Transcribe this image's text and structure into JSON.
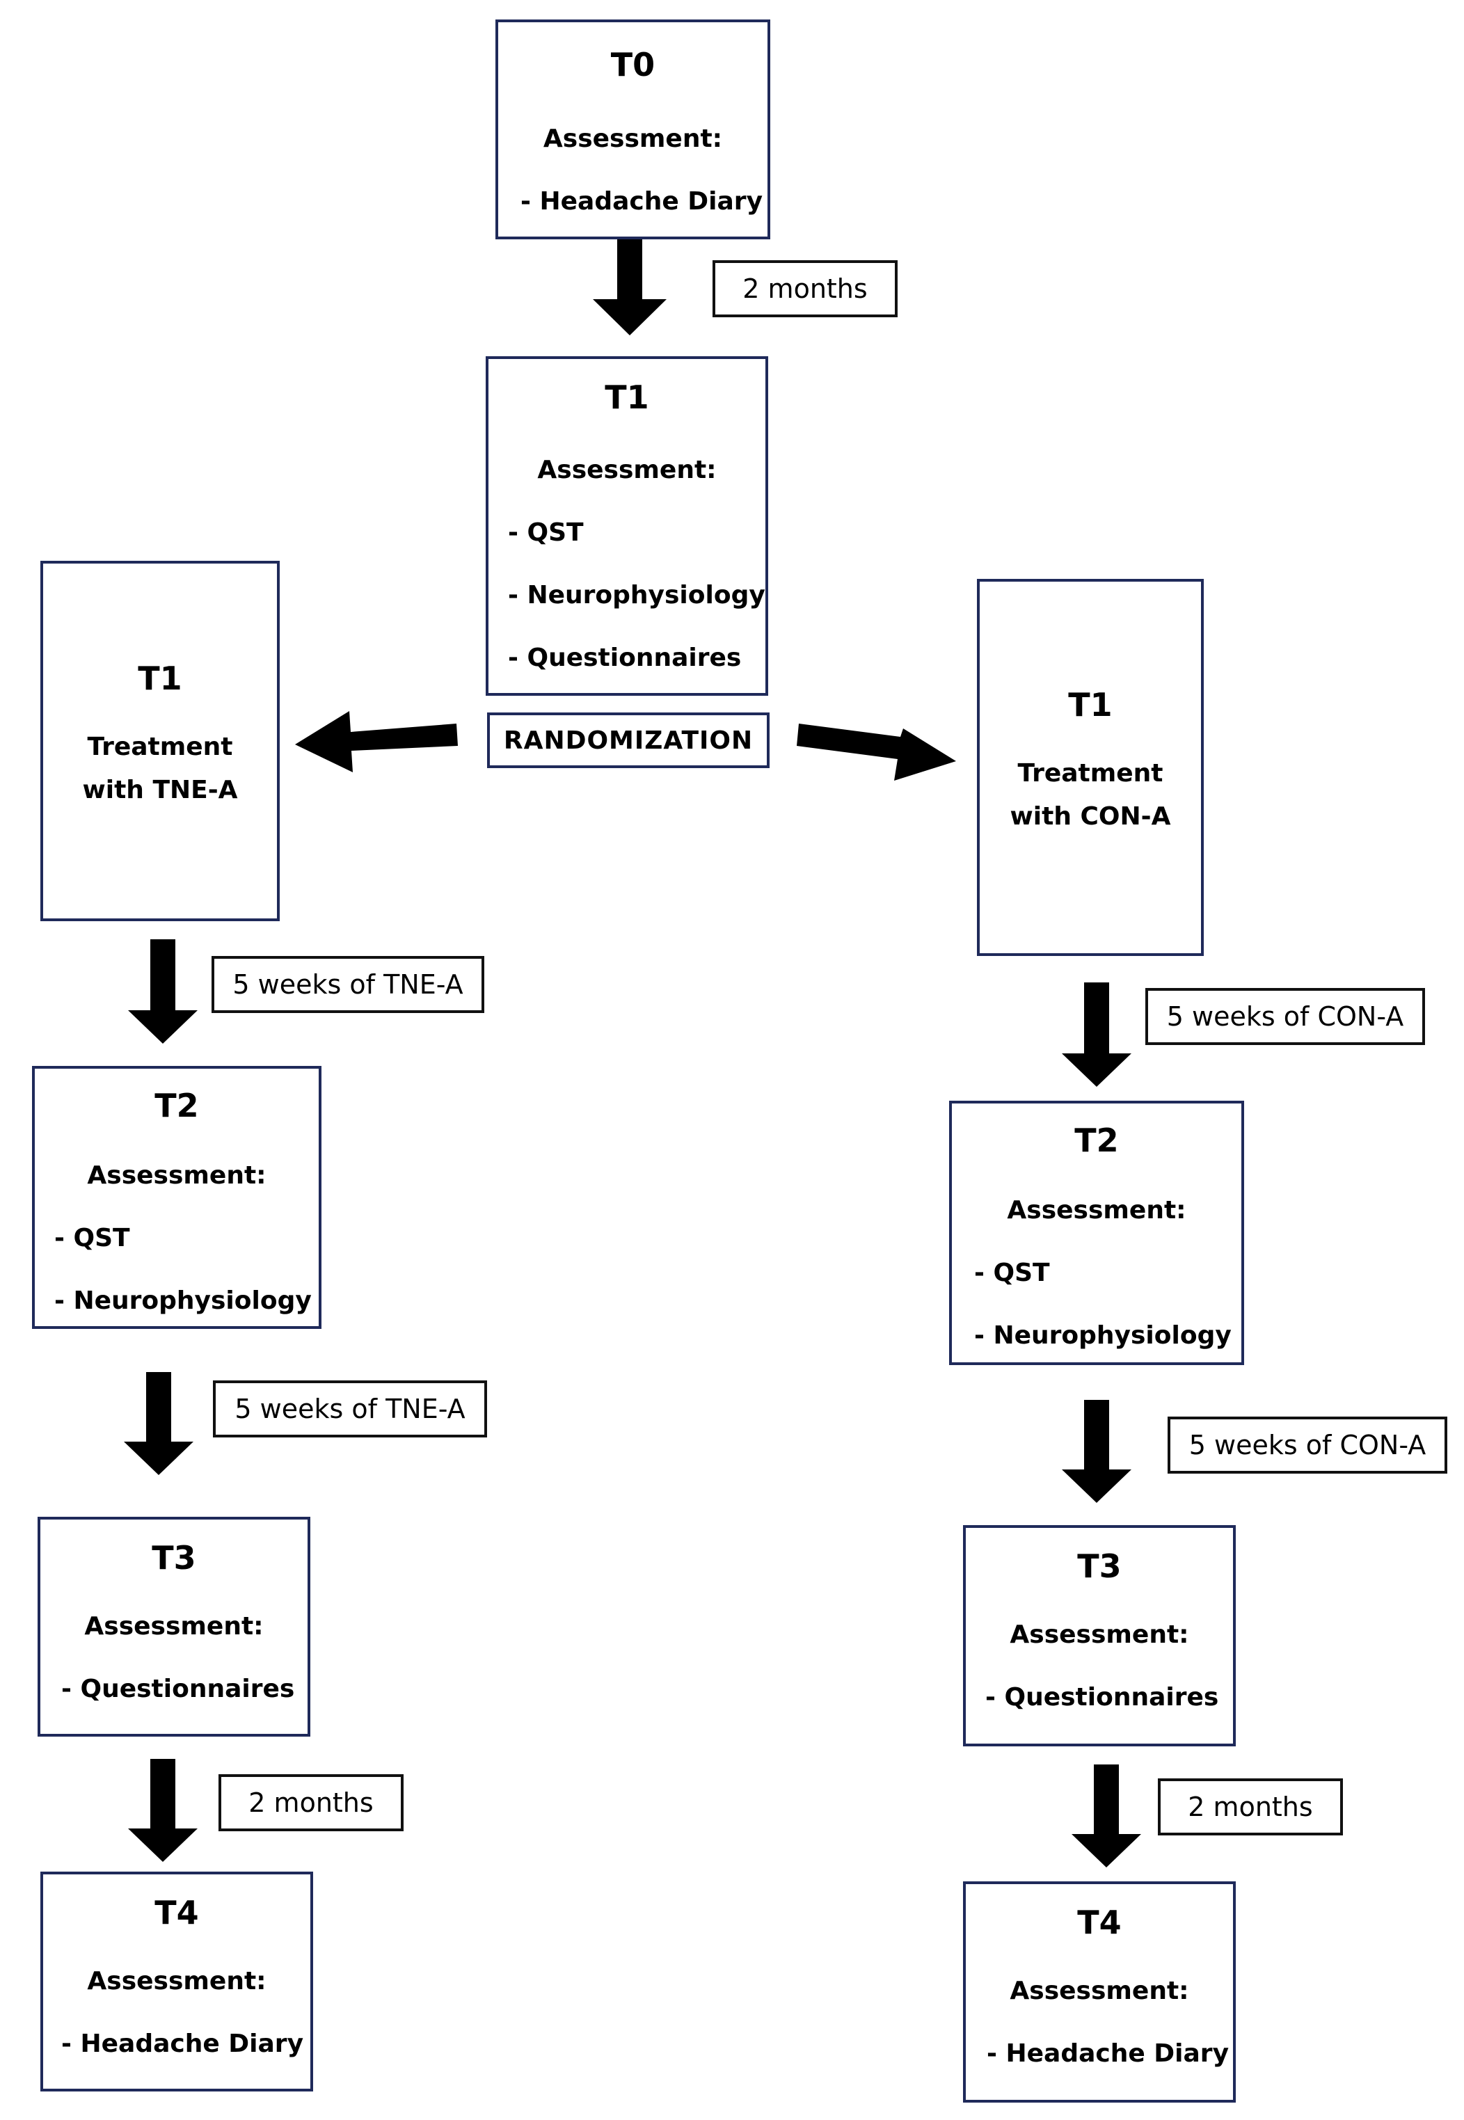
{
  "t0": {
    "title": "T0",
    "heading": "Assessment:",
    "items": [
      "- Headache Diary"
    ]
  },
  "interval_t0_t1": "2 months",
  "t1_center": {
    "title": "T1",
    "heading": "Assessment:",
    "items": [
      "- QST",
      "- Neurophysiology",
      "- Questionnaires"
    ]
  },
  "randomization": "RANDOMIZATION",
  "left": {
    "t1": {
      "title": "T1",
      "lines": [
        "Treatment",
        "with TNE-A"
      ]
    },
    "interval_1": "5 weeks of TNE-A",
    "t2": {
      "title": "T2",
      "heading": "Assessment:",
      "items": [
        "- QST",
        "- Neurophysiology"
      ]
    },
    "interval_2": "5 weeks of TNE-A",
    "t3": {
      "title": "T3",
      "heading": "Assessment:",
      "items": [
        "- Questionnaires"
      ]
    },
    "interval_3": "2 months",
    "t4": {
      "title": "T4",
      "heading": "Assessment:",
      "items": [
        "- Headache Diary"
      ]
    }
  },
  "right": {
    "t1": {
      "title": "T1",
      "lines": [
        "Treatment",
        "with CON-A"
      ]
    },
    "interval_1": "5 weeks of CON-A",
    "t2": {
      "title": "T2",
      "heading": "Assessment:",
      "items": [
        "- QST",
        "- Neurophysiology"
      ]
    },
    "interval_2": "5 weeks of CON-A",
    "t3": {
      "title": "T3",
      "heading": "Assessment:",
      "items": [
        "- Questionnaires"
      ]
    },
    "interval_3": "2 months",
    "t4": {
      "title": "T4",
      "heading": "Assessment:",
      "items": [
        "- Headache Diary"
      ]
    }
  }
}
